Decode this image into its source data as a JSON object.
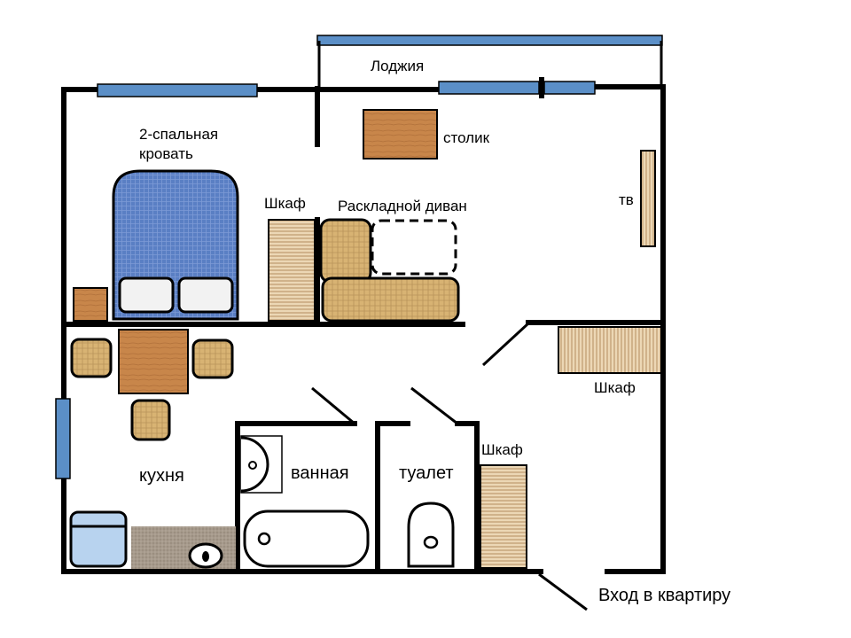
{
  "labels": {
    "loggia": "Лоджия",
    "table": "столик",
    "bed_line1": "2-спальная",
    "bed_line2": "кровать",
    "wardrobe_top": "Шкаф",
    "sofa": "Раскладной диван",
    "tv": "тв",
    "wardrobe_hall": "Шкаф",
    "kitchen": "кухня",
    "bathroom": "ванная",
    "toilet": "туалет",
    "wardrobe_bottom": "Шкаф",
    "entrance": "Вход в квартиру"
  },
  "colors": {
    "wall": "#000000",
    "window": "#5b8fc7",
    "bed": "#5a7fc4",
    "wood": "#c8864a",
    "fabric": "#d8b373",
    "wardrobe": "#e6cda6",
    "fridge": "#b8d3ef",
    "counter": "#a69a8c",
    "tv_screen": "#bfe3e8"
  },
  "icons": {
    "entrance_door": "door-swing-line",
    "sink": "sink-icon",
    "stove": "stove-icon"
  }
}
